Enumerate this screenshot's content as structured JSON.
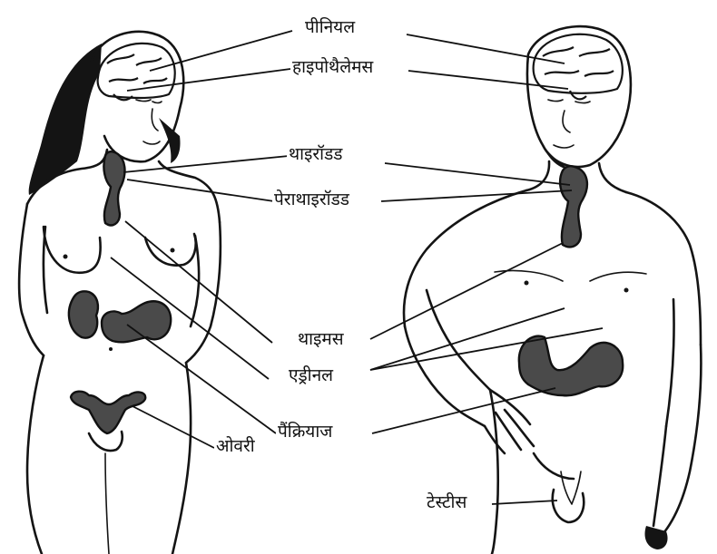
{
  "labels": {
    "pineal": "पीनियल",
    "hypothalamus": "हाइपोथैलेमस",
    "thyroid": "थाइरॉडड",
    "parathyroid": "पेराथाइरॉडड",
    "thymus": "थाइमस",
    "adrenal": "एड्रीनल",
    "pancreas": "पैंक्रियाज",
    "ovary": "ओवरी",
    "testis": "टेस्टीस"
  },
  "colors": {
    "ink": "#141414",
    "organ_fill": "#4a4a4a",
    "background": "#ffffff"
  }
}
